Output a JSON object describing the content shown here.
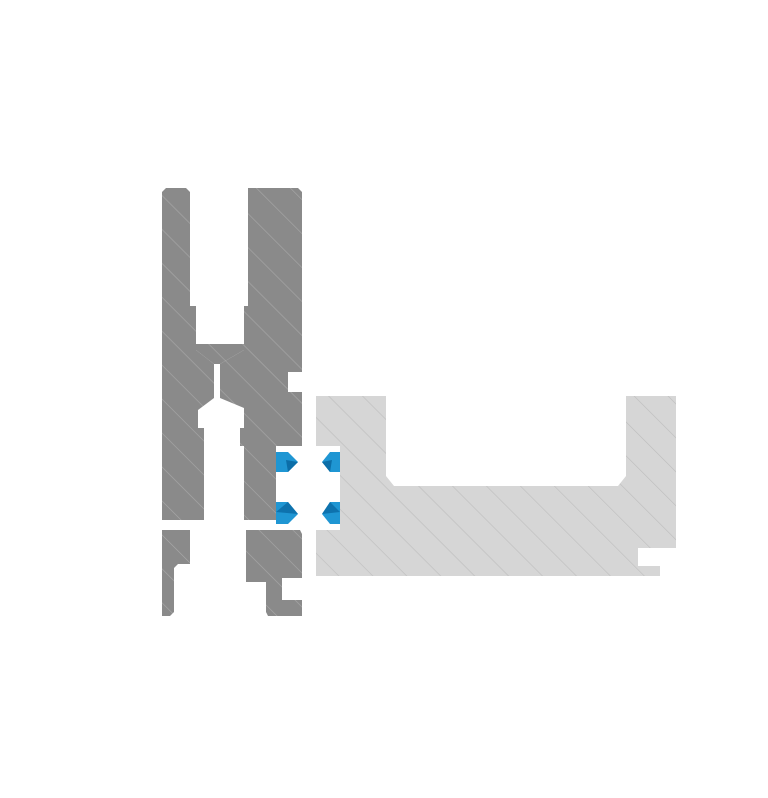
{
  "diagram": {
    "type": "cross-section",
    "components": [
      {
        "id": "frame-profile-left",
        "shade": "dark-gray"
      },
      {
        "id": "sash-profile-right",
        "shade": "light-gray"
      },
      {
        "id": "seal-gaskets",
        "shade": "blue",
        "count": 4
      }
    ],
    "colors": {
      "background": "#ffffff",
      "frame_fill": "#8a8a8a",
      "frame_hatch": "#a6a6a6",
      "sash_fill": "#d6d6d6",
      "sash_hatch": "#c2c2c2",
      "seal_primary": "#1f96d3",
      "seal_secondary": "#0c6ea8"
    }
  }
}
